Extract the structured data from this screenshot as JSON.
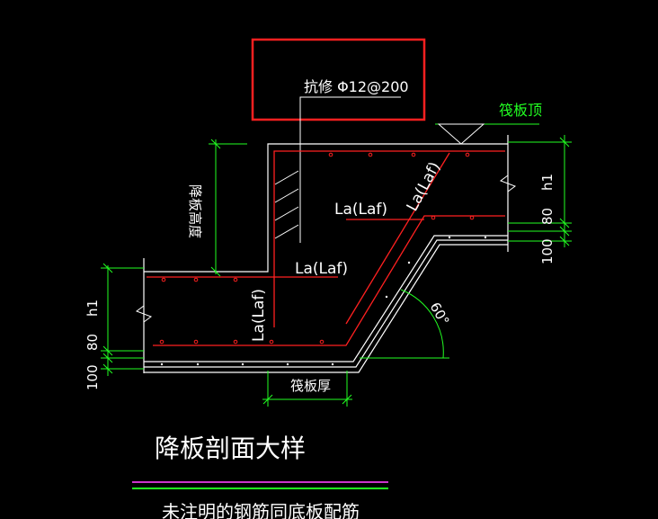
{
  "drawing": {
    "rebar_callout": "抗修 Φ12@200",
    "raft_top_label": "筏板顶",
    "drop_height_label": "降板高度",
    "anchor_label_1": "La(Laf)",
    "anchor_label_2": "La(Laf)",
    "anchor_label_3": "La(Laf)",
    "anchor_label_4": "La(Laf)",
    "angle_label": "60°",
    "dim_h1_left": "h1",
    "dim_80_left": "80",
    "dim_100_left": "100",
    "dim_h1_right": "h1",
    "dim_80_right": "80",
    "dim_100_right": "100",
    "raft_thickness_label": "筏板厚",
    "title": "降板剖面大样",
    "note": "未注明的钢筋同底板配筋"
  },
  "colors": {
    "background": "#000000",
    "outline": "#ffffff",
    "rebar": "#ff2020",
    "dimension": "#22ff22",
    "highlight_box": "#ff2020",
    "title_line": "#cc33cc"
  }
}
